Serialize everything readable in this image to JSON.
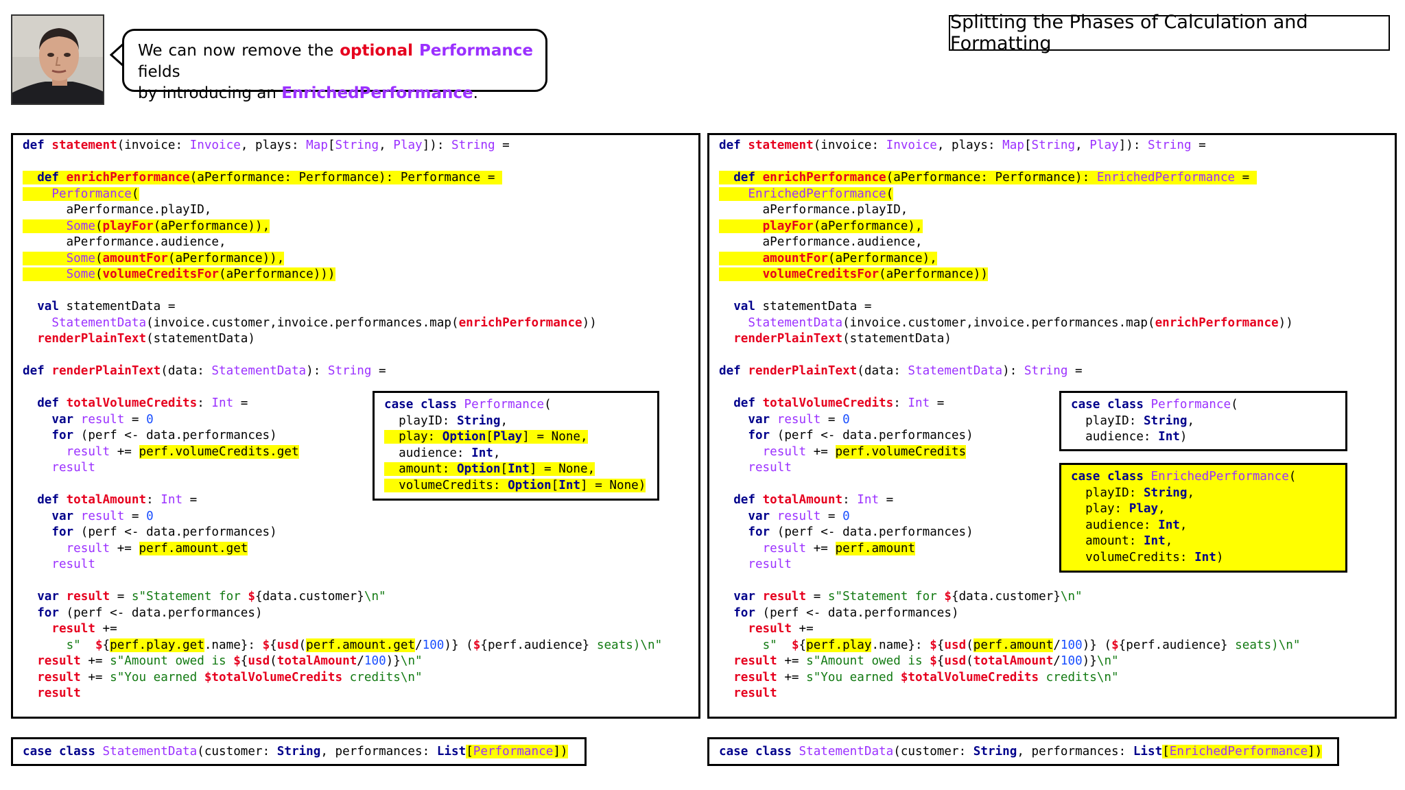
{
  "slide": {
    "title": "Splitting the Phases of Calculation and Formatting",
    "bubble": {
      "line1_pre": "We can now remove the ",
      "line1_kw1": "optional",
      "line1_mid": " ",
      "line1_kw2": "Performance",
      "line1_post": " fields",
      "line2_pre": "by introducing an ",
      "line2_kw": "EnrichedPerformance",
      "line2_post": "."
    }
  },
  "left_panel": {
    "case_class_bottom": "case class StatementData(customer: String, performances: List[Performance])"
  },
  "right_panel": {
    "case_class_bottom": "case class StatementData(customer: String, performances: List[EnrichedPerformance])"
  },
  "colors": {
    "keyword": "#00008b",
    "type": "#9b30ff",
    "function": "#e6001e",
    "number": "#1a4fff",
    "string": "#127a12",
    "highlight": "#ffff00"
  }
}
